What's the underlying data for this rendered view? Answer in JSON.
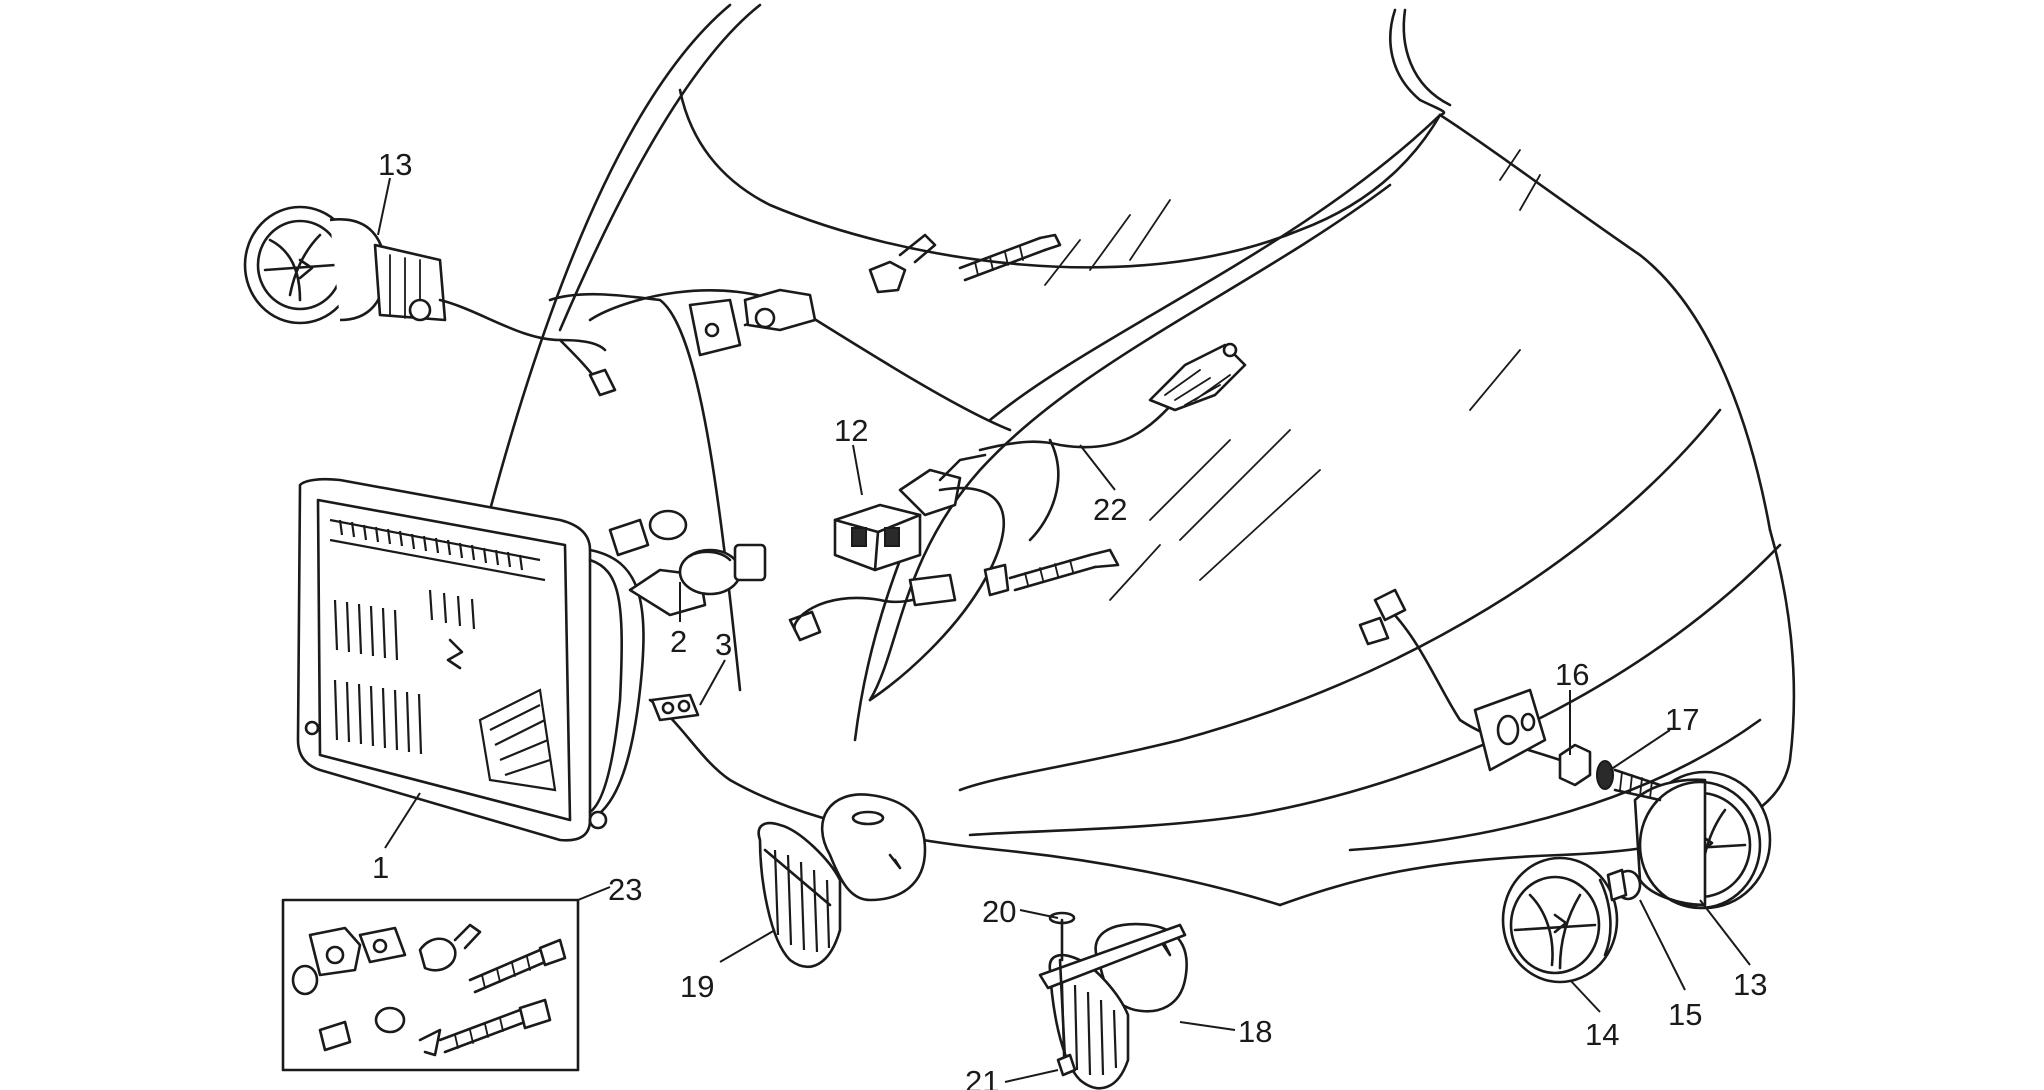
{
  "callouts": [
    {
      "id": "c13a",
      "text": "13"
    },
    {
      "id": "c12",
      "text": "12"
    },
    {
      "id": "c22",
      "text": "22"
    },
    {
      "id": "c2",
      "text": "2"
    },
    {
      "id": "c3",
      "text": "3"
    },
    {
      "id": "c1",
      "text": "1"
    },
    {
      "id": "c23",
      "text": "23"
    },
    {
      "id": "c19",
      "text": "19"
    },
    {
      "id": "c20",
      "text": "20"
    },
    {
      "id": "c18",
      "text": "18"
    },
    {
      "id": "c21",
      "text": "21"
    },
    {
      "id": "c16",
      "text": "16"
    },
    {
      "id": "c17",
      "text": "17"
    },
    {
      "id": "c13b",
      "text": "13"
    },
    {
      "id": "c14",
      "text": "14"
    },
    {
      "id": "c15",
      "text": "15"
    }
  ],
  "components": {
    "headlamp": "headlamp",
    "front_fairing": "fairing",
    "turn_indicator": "turn-signal",
    "horn_low": "horn",
    "horn_high": "horn",
    "wiring_harness": "wiring",
    "spare_parts_kit": "kit"
  },
  "colors": {
    "line": "#1a1a1a",
    "background": "#ffffff"
  }
}
